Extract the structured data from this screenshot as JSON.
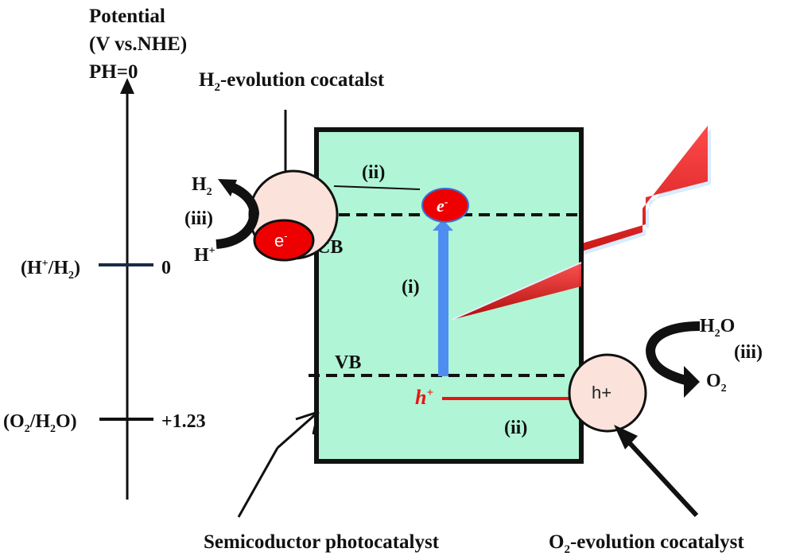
{
  "axis": {
    "title_line1": "Potential",
    "title_line2": "(V vs.NHE)",
    "title_line3": "PH=0",
    "ticks": [
      {
        "label_left_main": "(H",
        "label_left_sup": "+",
        "label_left_mid": "/H",
        "label_left_sub": "2",
        "label_left_end": ")",
        "value": "0"
      },
      {
        "label_left_main": "(O",
        "label_left_sub": "2",
        "label_left_mid": "/H",
        "label_left_sub2": "2",
        "label_left_end": "O)",
        "value": "+1.23"
      }
    ]
  },
  "h2_cocatalyst": {
    "title_pre": "H",
    "title_sub": "2",
    "title_post": "-evolution cocatalst",
    "electron": "e",
    "electron_sup": "-",
    "product": "H",
    "product_sub": "2",
    "reactant": "H",
    "reactant_sup": "+",
    "step": "(iii)"
  },
  "semiconductor": {
    "cb_label": "CB",
    "vb_label": "VB",
    "excitation_step": "(i)",
    "electron": "e",
    "electron_sup": "-",
    "hole": "h",
    "hole_sup": "+",
    "electron_transfer_step": "(ii)",
    "hole_transfer_step": "(ii)",
    "caption": "Semicoductor photocatalyst"
  },
  "o2_cocatalyst": {
    "hole": "h+",
    "reactant": "H",
    "reactant_sub": "2",
    "reactant_post": "O",
    "product": "O",
    "product_sub": "2",
    "step": "(iii)",
    "caption_pre": "O",
    "caption_sub": "2",
    "caption_post": "-evolution cocatalyst"
  },
  "colors": {
    "semiconductor_fill": "#b0f5d6",
    "cocatalyst_fill": "#fbe3dc",
    "electron_fill": "#ee0000",
    "excitation_arrow": "#4f8ef0",
    "light_bolt": "#e8141a",
    "hole_text": "#ee1111"
  }
}
